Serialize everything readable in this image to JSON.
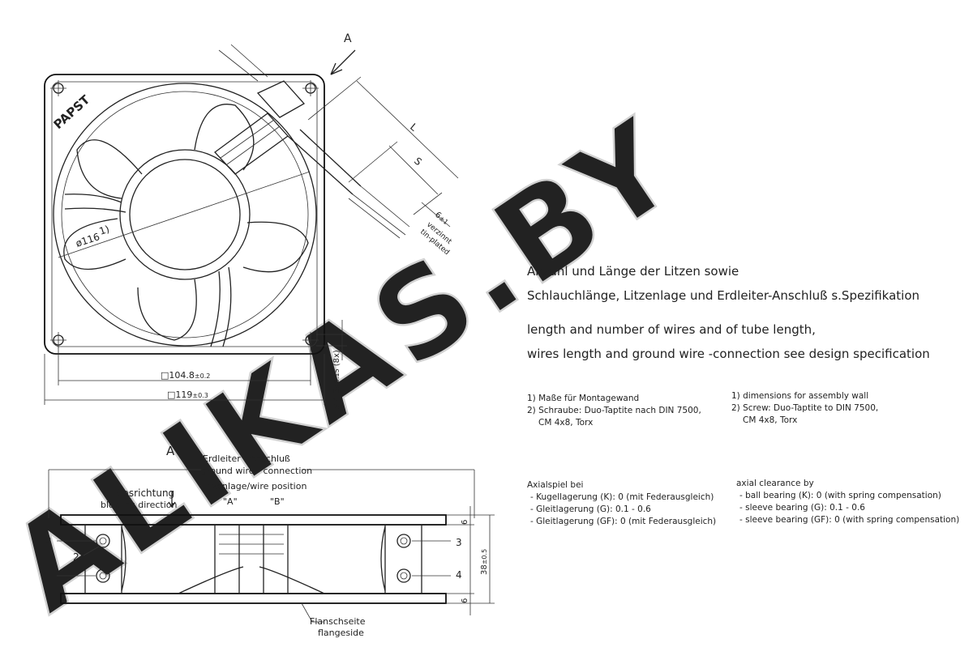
{
  "brand": "PAPST",
  "watermark": "ALIKAS.BY",
  "view_marker": "A",
  "front_view": {
    "dim_diameter": "ø116",
    "dim_diameter_note": "1)",
    "dim_inner": "104.8",
    "dim_inner_tol": "±0.2",
    "dim_outer": "119",
    "dim_outer_tol": "±0.3",
    "dim_hole": "ø 4.3",
    "dim_hole_tol": "±0.15",
    "dim_hole_count": "(8x)",
    "dim_L": "L",
    "dim_S": "S",
    "dim_strip": "6",
    "dim_strip_tol": "±1",
    "strip_note_de": "verzinnt",
    "strip_note_en": "tin-plated"
  },
  "side_view": {
    "title": "A",
    "ground_de": "Erdleiter - Anschluß",
    "ground_en": "ground wire - connection",
    "wire_position": "Litzenlage/wire position",
    "pos_a": "\"A\"",
    "pos_b": "\"B\"",
    "blow_de": "Blasrichtung",
    "blow_en": "blowing direction",
    "flange_de": "Flanschseite",
    "flange_en": "flangeside",
    "num_1": "1",
    "num_2": "2",
    "num_3": "3",
    "num_4": "4",
    "note_2": "2)",
    "dim_top": "6",
    "dim_bottom": "6",
    "dim_height": "38",
    "dim_height_tol": "±0.5"
  },
  "notes": {
    "line1": "Anzahl und Länge der Litzen sowie",
    "line2": "Schlauchlänge, Litzenlage und Erdleiter-Anschluß s.Spezifikation",
    "line3": "length and number of wires and of tube length,",
    "line4": "wires length and ground wire -connection see design specification",
    "fn_de_1": "1) Maße für Montagewand",
    "fn_de_2": "2) Schraube: Duo-Taptite nach DIN 7500,",
    "fn_de_3": "CM 4x8, Torx",
    "fn_en_1": "1) dimensions for assembly wall",
    "fn_en_2": "2) Screw: Duo-Taptite to DIN 7500,",
    "fn_en_3": "CM 4x8, Torx",
    "ax_de_title": "Axialspiel bei",
    "ax_de_1": "- Kugellagerung (K): 0 (mit Federausgleich)",
    "ax_de_2": "- Gleitlagerung (G): 0.1 - 0.6",
    "ax_de_3": "- Gleitlagerung (GF): 0 (mit Federausgleich)",
    "ax_en_title": "axial clearance by",
    "ax_en_1": "- ball bearing (K): 0 (with spring compensation)",
    "ax_en_2": "- sleeve bearing (G): 0.1 - 0.6",
    "ax_en_3": "- sleeve bearing (GF): 0 (with spring compensation)"
  }
}
